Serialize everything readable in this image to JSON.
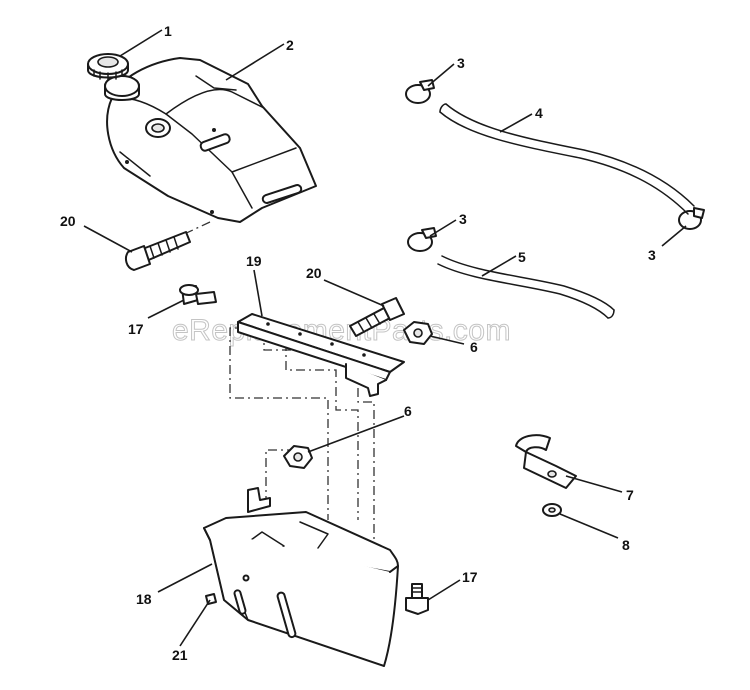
{
  "callouts": [
    "1",
    "2",
    "3",
    "4",
    "3",
    "3",
    "5",
    "20",
    "19",
    "20",
    "17",
    "6",
    "6",
    "7",
    "8",
    "17",
    "18",
    "21"
  ],
  "watermark": "eReplacementParts.com",
  "colors": {
    "line": "#1a1a1a",
    "background": "#ffffff",
    "watermark": "#c4c4c4"
  }
}
